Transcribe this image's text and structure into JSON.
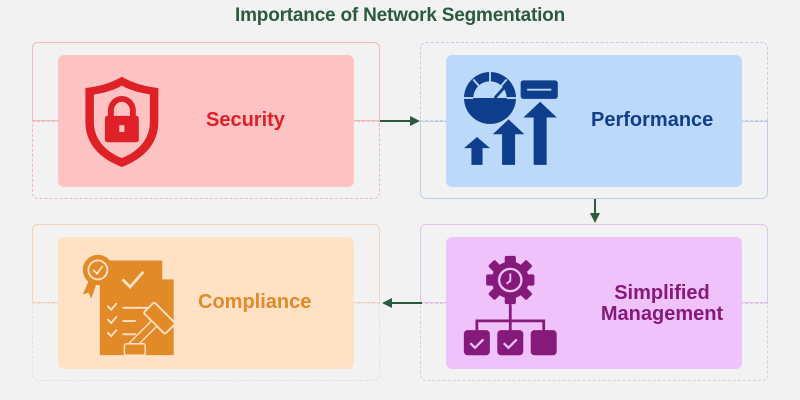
{
  "title": "Importance of Network Segmentation",
  "colors": {
    "title": "#2b5a3e",
    "arrow": "#2b5a3e"
  },
  "boxes": [
    {
      "id": "security",
      "label": "Security",
      "icon": "shield-lock-icon",
      "text_color": "#e02027",
      "inner_bg": "#ffc3c3",
      "border": "#f0b8b8"
    },
    {
      "id": "performance",
      "label": "Performance",
      "icon": "speedometer-growth-icon",
      "text_color": "#0f3e8c",
      "inner_bg": "#bcd8fb",
      "border": "#c0cfe8"
    },
    {
      "id": "management",
      "label_line1": "Simplified",
      "label_line2": "Management",
      "icon": "gear-hierarchy-icon",
      "text_color": "#861a7a",
      "inner_bg": "#efc2fb",
      "border": "#e2c3ee"
    },
    {
      "id": "compliance",
      "label": "Compliance",
      "icon": "compliance-document-gavel-icon",
      "text_color": "#e38a28",
      "inner_bg": "#ffe1c5",
      "border": "#f5d3b8"
    }
  ],
  "flow": [
    "Security",
    "Performance",
    "Simplified Management",
    "Compliance"
  ]
}
